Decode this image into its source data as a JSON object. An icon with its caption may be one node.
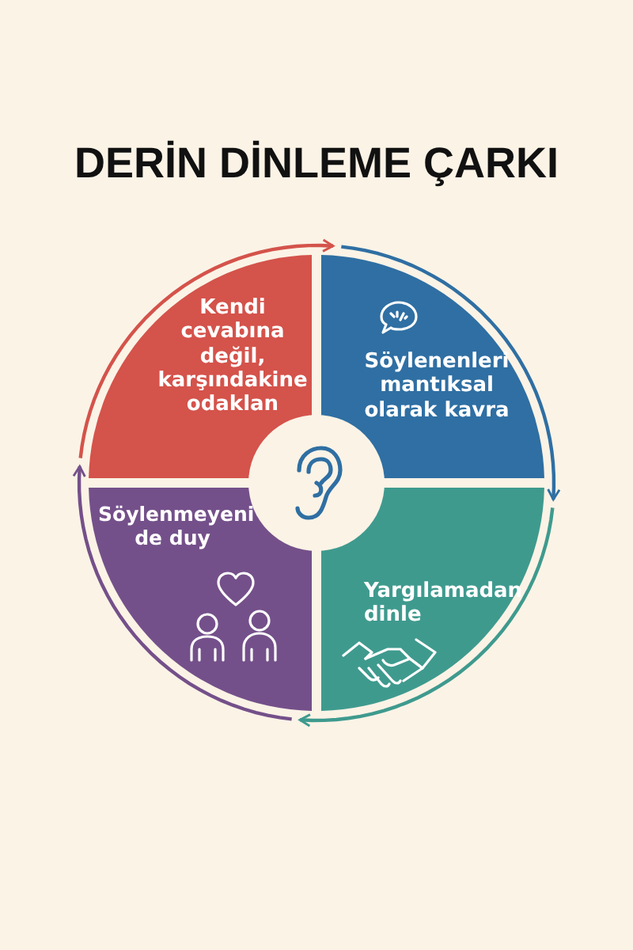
{
  "diagram": {
    "title": "DERİN DİNLEME ÇARKI",
    "nodes": [
      {
        "text": [
          "Kendi cevabına değil, karşındakine odaklan"
        ]
      },
      {
        "text": [
          "Söylenenleri mantıksal olarak kavra"
        ]
      },
      {
        "text": [
          "Söylenmeyeni de duy"
        ]
      },
      {
        "text": [
          "Yargılamadan dinle"
        ]
      },
      {
        "text": [],
        "shape": "circle"
      }
    ],
    "edges": [
      {
        "from": 0,
        "to": 1,
        "arrow": "to",
        "color": "#d4534b"
      },
      {
        "from": 1,
        "to": 3,
        "arrow": "to",
        "color": "#2f6fa3"
      },
      {
        "from": 3,
        "to": 2,
        "arrow": "to",
        "color": "#3f9a8e"
      },
      {
        "from": 2,
        "to": 0,
        "arrow": "to",
        "color": "#74508a"
      }
    ]
  }
}
